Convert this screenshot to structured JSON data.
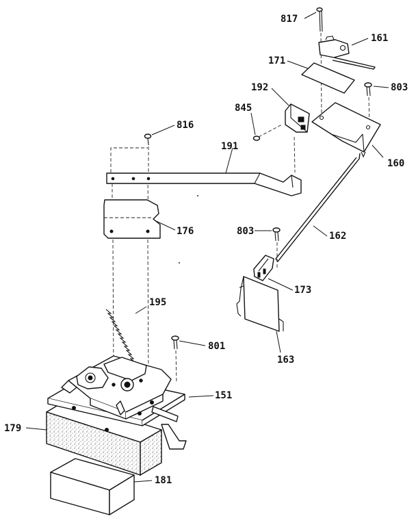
{
  "diagram": {
    "callouts": [
      {
        "id": "817",
        "label": "817"
      },
      {
        "id": "161",
        "label": "161"
      },
      {
        "id": "171",
        "label": "171"
      },
      {
        "id": "803a",
        "label": "803"
      },
      {
        "id": "192",
        "label": "192"
      },
      {
        "id": "845",
        "label": "845"
      },
      {
        "id": "160",
        "label": "160"
      },
      {
        "id": "816",
        "label": "816"
      },
      {
        "id": "191",
        "label": "191"
      },
      {
        "id": "176",
        "label": "176"
      },
      {
        "id": "803b",
        "label": "803"
      },
      {
        "id": "162",
        "label": "162"
      },
      {
        "id": "173",
        "label": "173"
      },
      {
        "id": "163",
        "label": "163"
      },
      {
        "id": "195",
        "label": "195"
      },
      {
        "id": "801",
        "label": "801"
      },
      {
        "id": "151",
        "label": "151"
      },
      {
        "id": "179",
        "label": "179"
      },
      {
        "id": "181",
        "label": "181"
      }
    ]
  }
}
